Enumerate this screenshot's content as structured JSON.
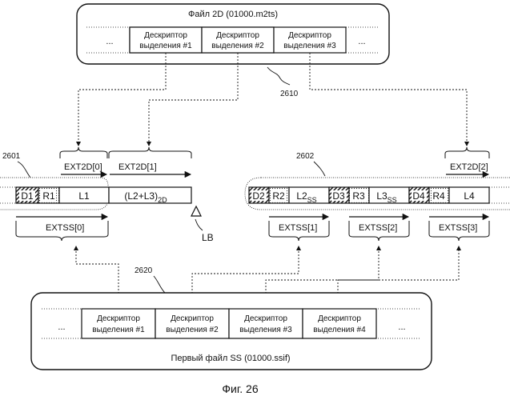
{
  "file2d": {
    "title": "Файл 2D (01000.m2ts)",
    "ellipsis": "...",
    "descriptors": [
      {
        "line1": "Дескриптор",
        "line2": "выделения #1"
      },
      {
        "line1": "Дескриптор",
        "line2": "выделения #2"
      },
      {
        "line1": "Дескриптор",
        "line2": "выделения #3"
      }
    ],
    "ref": "2610"
  },
  "fileSS": {
    "title": "Первый файл SS (01000.ssif)",
    "ellipsis": "...",
    "descriptors": [
      {
        "line1": "Дескриптор",
        "line2": "выделения #1"
      },
      {
        "line1": "Дескриптор",
        "line2": "выделения #2"
      },
      {
        "line1": "Дескриптор",
        "line2": "выделения #3"
      },
      {
        "line1": "Дескриптор",
        "line2": "выделения #4"
      }
    ],
    "ref": "2620"
  },
  "left_stream": {
    "ref": "2601",
    "blocks": [
      "D1",
      "R1",
      "L1"
    ],
    "combined_main": "(L2+L3)",
    "combined_sub": "2D",
    "ext2d": [
      "EXT2D[0]",
      "EXT2D[1]"
    ],
    "extss": "EXTSS[0]",
    "marker": "LB"
  },
  "right_stream": {
    "ref": "2602",
    "blocks": [
      {
        "main": "D2"
      },
      {
        "main": "R2"
      },
      {
        "main": "L2",
        "sub": "SS"
      },
      {
        "main": "D3"
      },
      {
        "main": "R3"
      },
      {
        "main": "L3",
        "sub": "SS"
      },
      {
        "main": "D4"
      },
      {
        "main": "R4"
      },
      {
        "main": "L4"
      }
    ],
    "ext2d": "EXT2D[2]",
    "extss": [
      "EXTSS[1]",
      "EXTSS[2]",
      "EXTSS[3]"
    ]
  },
  "caption": "Фиг. 26"
}
